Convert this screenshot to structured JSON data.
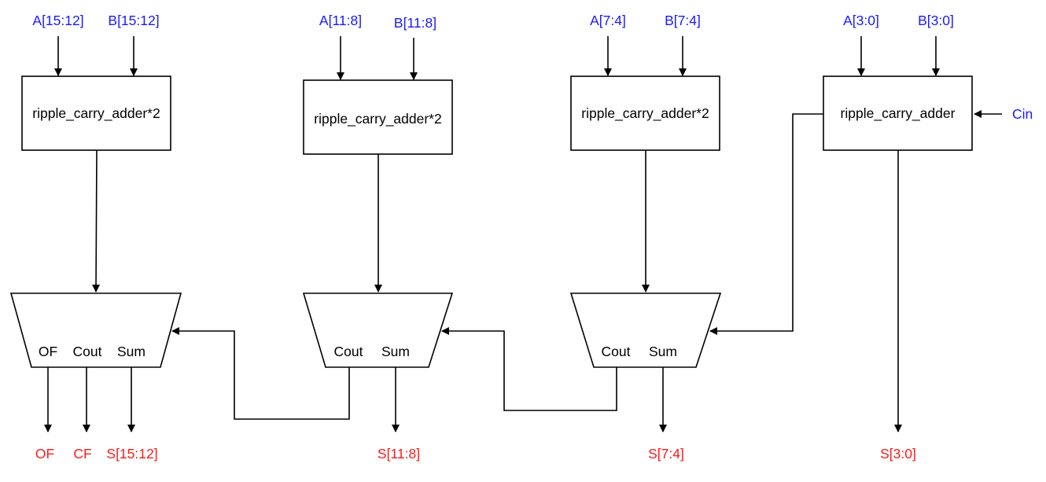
{
  "colors": {
    "input_label": "#1a1aff",
    "output_label": "#ff1a1a",
    "block_text": "#000000"
  },
  "blocks": [
    {
      "label": "ripple_carry_adder*2",
      "inputs": [
        "A[15:12]",
        "B[15:12]"
      ]
    },
    {
      "label": "ripple_carry_adder*2",
      "inputs": [
        "A[11:8]",
        "B[11:8]"
      ]
    },
    {
      "label": "ripple_carry_adder*2",
      "inputs": [
        "A[7:4]",
        "B[7:4]"
      ]
    },
    {
      "label": "ripple_carry_adder",
      "inputs": [
        "A[3:0]",
        "B[3:0]"
      ],
      "side_input": "Cin"
    }
  ],
  "muxes": [
    {
      "ports": [
        "OF",
        "Cout",
        "Sum"
      ]
    },
    {
      "ports": [
        "Cout",
        "Sum"
      ]
    },
    {
      "ports": [
        "Cout",
        "Sum"
      ]
    }
  ],
  "outputs": {
    "of": "OF",
    "cf": "CF",
    "s_15_12": "S[15:12]",
    "s_11_8": "S[11:8]",
    "s_7_4": "S[7:4]",
    "s_3_0": "S[3:0]"
  }
}
